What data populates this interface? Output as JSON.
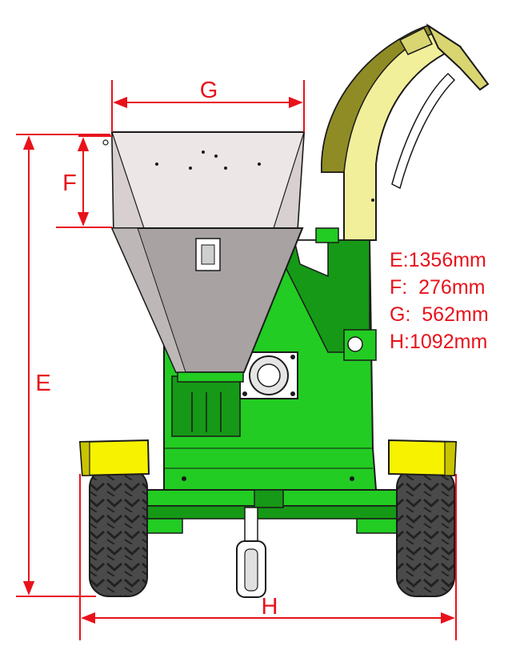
{
  "colors": {
    "dimension": "#e8121b",
    "body_green": "#22cc22",
    "body_green_dark": "#169916",
    "hopper_grey": "#a8a2a2",
    "hopper_light": "#ece6e6",
    "chute_yellow": "#f2ef9a",
    "chute_olive": "#8f8c25",
    "fender_yellow": "#f7f200",
    "tyre": "#4a4a4a",
    "outline": "#1a1a1a"
  },
  "dimension_labels": {
    "g": "G",
    "f": "F",
    "e": "E",
    "h": "H"
  },
  "specs": [
    {
      "text": "E:1356mm"
    },
    {
      "text": "F:  276mm"
    },
    {
      "text": "G:  562mm"
    },
    {
      "text": "H:1092mm"
    }
  ]
}
